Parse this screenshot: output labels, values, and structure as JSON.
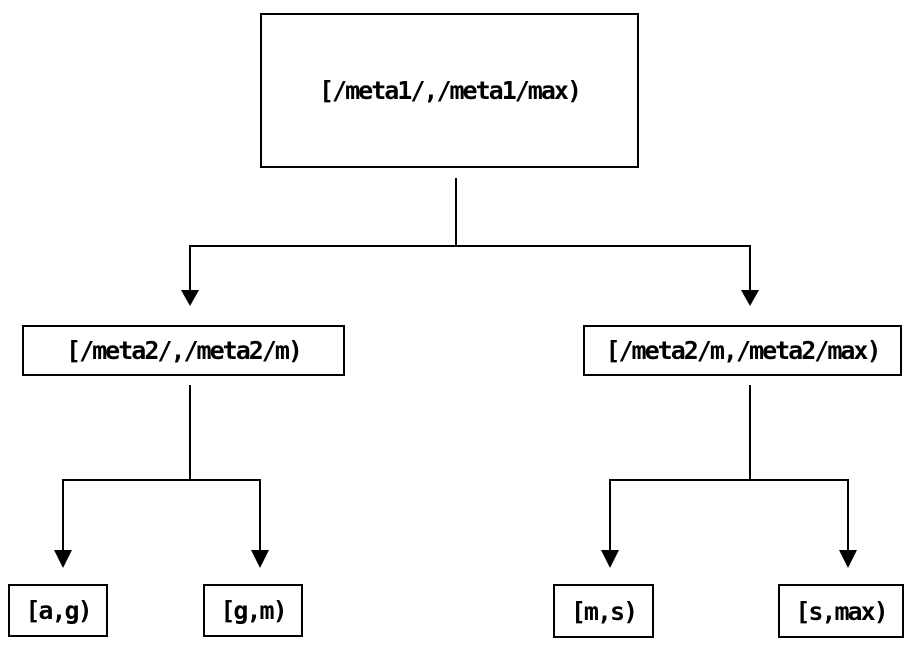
{
  "diagram": {
    "type": "tree",
    "background": "#ffffff",
    "line_color": "#000000",
    "text_color": "#000000",
    "node_fill": "#ffffff",
    "nodes": {
      "root": {
        "label": "[/meta1/,/meta1/max)"
      },
      "mid_left": {
        "label": "[/meta2/,/meta2/m)"
      },
      "mid_right": {
        "label": "[/meta2/m,/meta2/max)"
      },
      "leaf_ag": {
        "label": "[a,g)"
      },
      "leaf_gm": {
        "label": "[g,m)"
      },
      "leaf_ms": {
        "label": "[m,s)"
      },
      "leaf_smax": {
        "label": "[s,max)"
      }
    },
    "edges": [
      {
        "from": "root",
        "to": "mid_left"
      },
      {
        "from": "root",
        "to": "mid_right"
      },
      {
        "from": "mid_left",
        "to": "leaf_ag"
      },
      {
        "from": "mid_left",
        "to": "leaf_gm"
      },
      {
        "from": "mid_right",
        "to": "leaf_ms"
      },
      {
        "from": "mid_right",
        "to": "leaf_smax"
      }
    ]
  }
}
